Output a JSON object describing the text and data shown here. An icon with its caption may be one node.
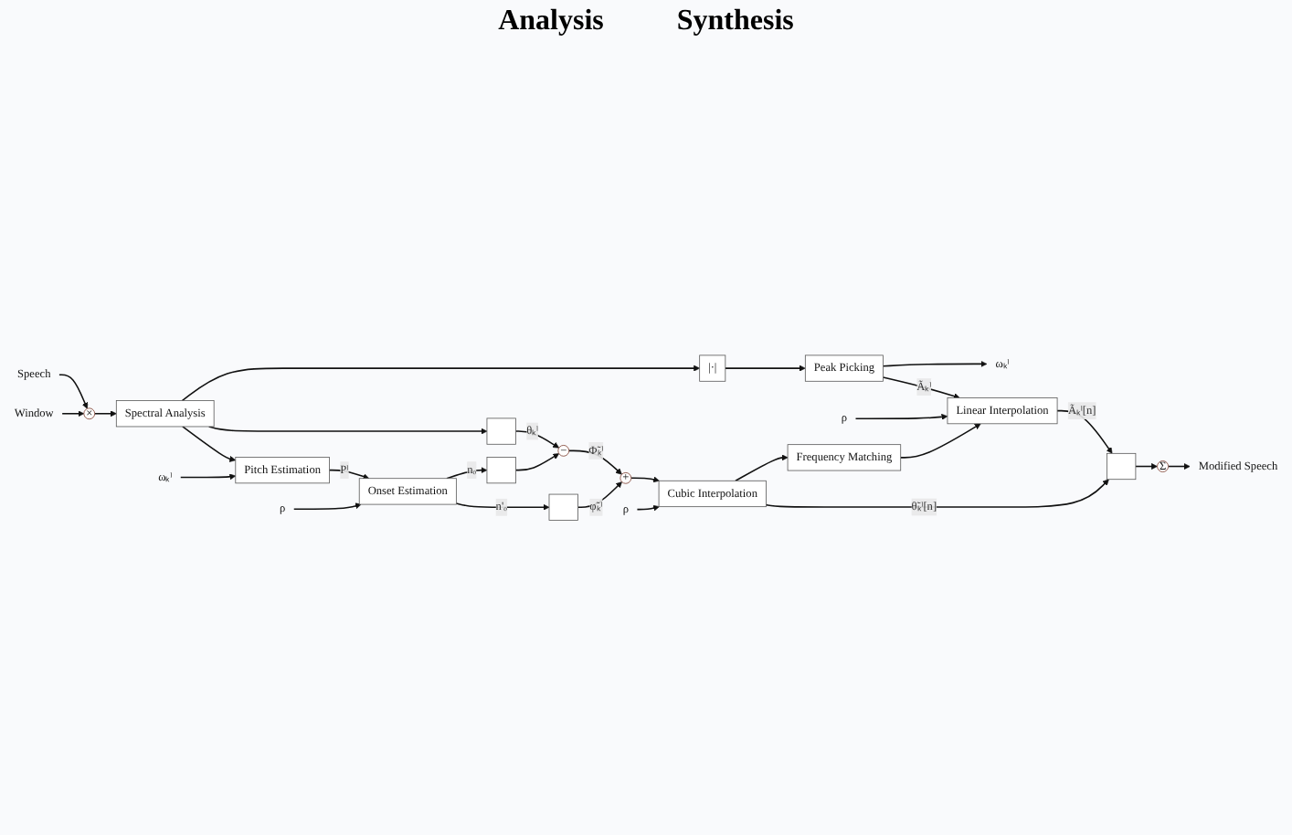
{
  "diagram": {
    "nodes": [
      {
        "text": [
          "Speech"
        ]
      },
      {
        "text": [
          "×"
        ]
      },
      {
        "text": [
          "Window"
        ]
      },
      {
        "text": [
          "Spectral Analysis"
        ]
      },
      {
        "text": [
          "|·|"
        ]
      },
      {
        "text": [
          "Peak Picking"
        ]
      },
      {
        "text": [
          "ωₖˡ"
        ]
      },
      {
        "text": [],
        "shape": "box"
      },
      {
        "text": [
          "−"
        ]
      },
      {
        "text": [
          "ωₖˡ"
        ]
      },
      {
        "text": [
          "Pitch Estimation"
        ]
      },
      {
        "text": [
          "ρ"
        ]
      },
      {
        "text": [
          "Onset Estimation"
        ]
      },
      {
        "text": [],
        "shape": "box"
      },
      {
        "text": [],
        "shape": "box"
      },
      {
        "text": [
          "+"
        ]
      },
      {
        "text": [
          "ρ"
        ]
      },
      {
        "text": [
          "Linear Interpolation"
        ]
      },
      {
        "text": [
          "Frequency Matching"
        ]
      },
      {
        "text": [
          "Cubic Interpolation"
        ]
      },
      {
        "text": [
          "ρ"
        ]
      },
      {
        "text": [],
        "shape": "box"
      },
      {
        "text": [
          "Σ"
        ]
      },
      {
        "text": [
          "Modified Speech"
        ]
      }
    ],
    "edges": [
      {
        "from": 0,
        "to": 1,
        "arrow": "to"
      },
      {
        "from": 2,
        "to": 1,
        "arrow": "to"
      },
      {
        "from": 1,
        "to": 3,
        "arrow": "to"
      },
      {
        "from": 3,
        "to": 4,
        "arrow": "to"
      },
      {
        "from": 4,
        "to": 5,
        "arrow": "to"
      },
      {
        "from": 5,
        "to": 17,
        "arrow": "to",
        "label": "Ãₖˡ"
      },
      {
        "from": 5,
        "to": 6,
        "arrow": "to"
      },
      {
        "from": 3,
        "to": 7,
        "arrow": "to"
      },
      {
        "from": 7,
        "to": 8,
        "arrow": "to",
        "label": "θₖˡ"
      },
      {
        "from": 13,
        "to": 8,
        "arrow": "to"
      },
      {
        "from": 8,
        "to": 15,
        "arrow": "to",
        "label": "Φ̃ₖˡ"
      },
      {
        "from": 3,
        "to": 10,
        "arrow": "to"
      },
      {
        "from": 9,
        "to": 10,
        "arrow": "to"
      },
      {
        "from": 10,
        "to": 12,
        "arrow": "to",
        "label": "Pˡ"
      },
      {
        "from": 11,
        "to": 12,
        "arrow": "to"
      },
      {
        "from": 12,
        "to": 13,
        "arrow": "to",
        "label": "nₒ"
      },
      {
        "from": 12,
        "to": 14,
        "arrow": "to",
        "label": "n'ₒ"
      },
      {
        "from": 14,
        "to": 15,
        "arrow": "to",
        "label": "φ̃ₖˡ"
      },
      {
        "from": 15,
        "to": 19,
        "arrow": "to"
      },
      {
        "from": 16,
        "to": 17,
        "arrow": "to"
      },
      {
        "from": 19,
        "to": 18,
        "arrow": "to"
      },
      {
        "from": 18,
        "to": 17,
        "arrow": "to"
      },
      {
        "from": 20,
        "to": 19,
        "arrow": "to"
      },
      {
        "from": 17,
        "to": 21,
        "arrow": "to",
        "label": "Ãₖˡ[n]"
      },
      {
        "from": 19,
        "to": 21,
        "arrow": "to",
        "label": "θ̃ₖˡ[n]"
      },
      {
        "from": 21,
        "to": 22,
        "arrow": "to"
      },
      {
        "from": 22,
        "to": 23,
        "arrow": "to"
      }
    ],
    "labels": [
      "Analysis",
      "Synthesis"
    ]
  }
}
